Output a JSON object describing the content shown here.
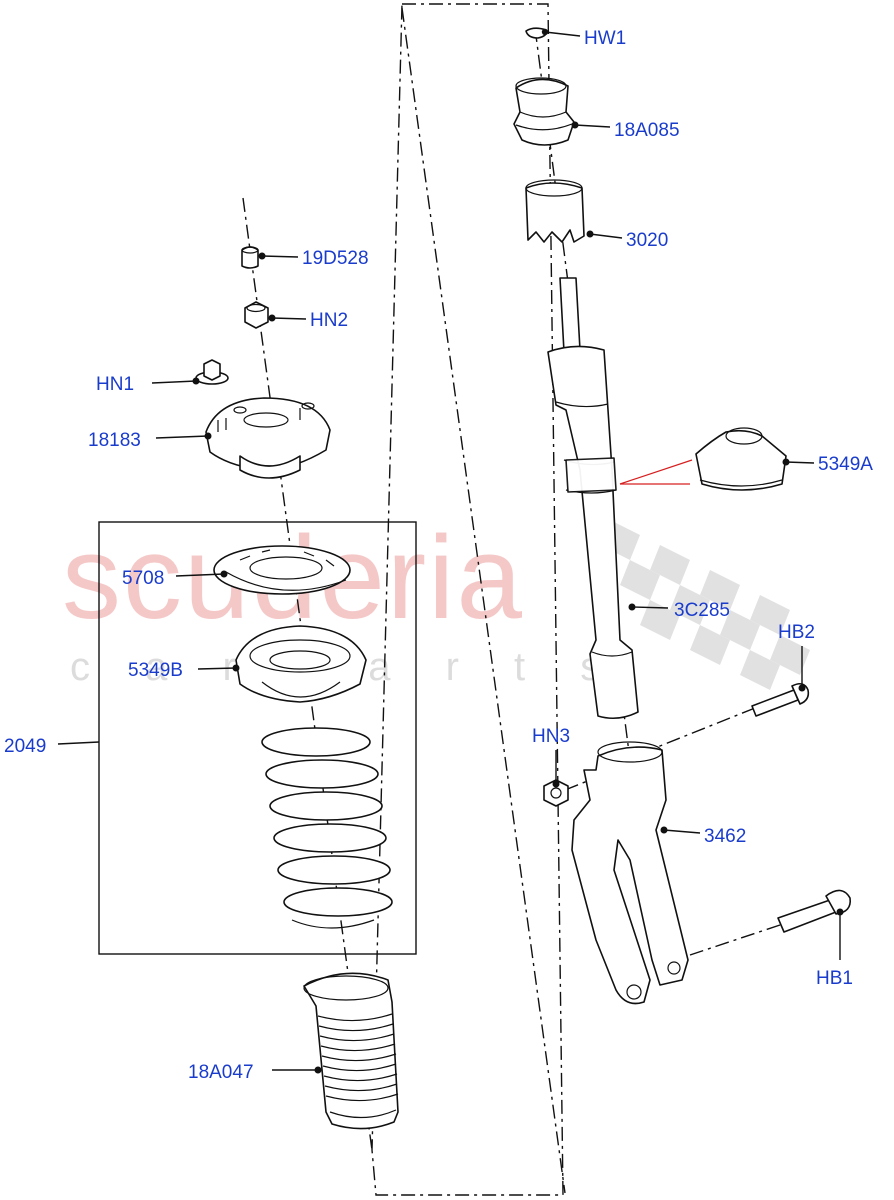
{
  "watermark": {
    "brand": "scuderia",
    "sub": "c a r   p a r t s",
    "color": "#f2b8b8"
  },
  "colors": {
    "label": "#1a3ccc",
    "line": "#111111",
    "highlight": "#d62020"
  },
  "callouts": [
    {
      "id": "HW1",
      "label": "HW1"
    },
    {
      "id": "18A085",
      "label": "18A085"
    },
    {
      "id": "3020",
      "label": "3020"
    },
    {
      "id": "19D528",
      "label": "19D528"
    },
    {
      "id": "HN2",
      "label": "HN2"
    },
    {
      "id": "HN1",
      "label": "HN1"
    },
    {
      "id": "18183",
      "label": "18183"
    },
    {
      "id": "5349A",
      "label": "5349A"
    },
    {
      "id": "5708",
      "label": "5708"
    },
    {
      "id": "3C285",
      "label": "3C285"
    },
    {
      "id": "HB2",
      "label": "HB2"
    },
    {
      "id": "5349B",
      "label": "5349B"
    },
    {
      "id": "2049",
      "label": "2049"
    },
    {
      "id": "HN3",
      "label": "HN3"
    },
    {
      "id": "3462",
      "label": "3462"
    },
    {
      "id": "HB1",
      "label": "HB1"
    },
    {
      "id": "18A047",
      "label": "18A047"
    }
  ]
}
